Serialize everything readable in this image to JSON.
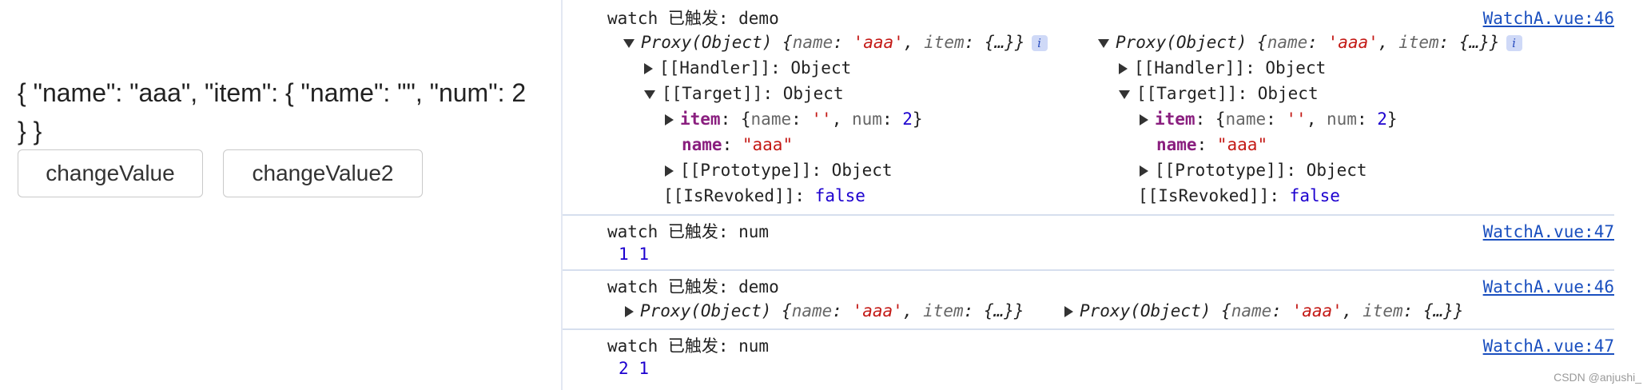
{
  "app": {
    "json_text": "{ \"name\": \"aaa\", \"item\": { \"name\": \"\", \"num\": 2 } }",
    "buttons": [
      {
        "label": "changeValue"
      },
      {
        "label": "changeValue2"
      }
    ]
  },
  "console": {
    "entries": [
      {
        "message": "watch 已触发: demo",
        "source": "WatchA.vue:46",
        "objects": [
          {
            "preview_prefix": "Proxy(Object)",
            "preview_open": "{",
            "k_name": "name",
            "v_name": "'aaa'",
            "k_item": "item",
            "v_item": "{…}",
            "preview_close": "}",
            "info": "i",
            "handler_label": "[[Handler]]",
            "handler_value": "Object",
            "target_label": "[[Target]]",
            "target_value": "Object",
            "item_key": "item",
            "item_open": "{",
            "item_name_key": "name",
            "item_name_val": "''",
            "item_num_key": "num",
            "item_num_val": "2",
            "item_close": "}",
            "name_key": "name",
            "name_val": "\"aaa\"",
            "proto_label": "[[Prototype]]",
            "proto_value": "Object",
            "revoked_label": "[[IsRevoked]]",
            "revoked_value": "false"
          },
          {
            "preview_prefix": "Proxy(Object)",
            "preview_open": "{",
            "k_name": "name",
            "v_name": "'aaa'",
            "k_item": "item",
            "v_item": "{…}",
            "preview_close": "}",
            "info": "i",
            "handler_label": "[[Handler]]",
            "handler_value": "Object",
            "target_label": "[[Target]]",
            "target_value": "Object",
            "item_key": "item",
            "item_open": "{",
            "item_name_key": "name",
            "item_name_val": "''",
            "item_num_key": "num",
            "item_num_val": "2",
            "item_close": "}",
            "name_key": "name",
            "name_val": "\"aaa\"",
            "proto_label": "[[Prototype]]",
            "proto_value": "Object",
            "revoked_label": "[[IsRevoked]]",
            "revoked_value": "false"
          }
        ]
      },
      {
        "message": "watch 已触发: num",
        "source": "WatchA.vue:47",
        "values": [
          "1",
          "1"
        ]
      },
      {
        "message": "watch 已触发: demo",
        "source": "WatchA.vue:46",
        "collapsed": [
          {
            "preview_prefix": "Proxy(Object)",
            "preview_open": "{",
            "k_name": "name",
            "v_name": "'aaa'",
            "k_item": "item",
            "v_item": "{…}",
            "preview_close": "}"
          },
          {
            "preview_prefix": "Proxy(Object)",
            "preview_open": "{",
            "k_name": "name",
            "v_name": "'aaa'",
            "k_item": "item",
            "v_item": "{…}",
            "preview_close": "}"
          }
        ]
      },
      {
        "message": "watch 已触发: num",
        "source": "WatchA.vue:47",
        "values": [
          "2",
          "1"
        ]
      }
    ]
  },
  "watermark": "CSDN @anjushi_",
  "colors": {
    "link": "#1a4fbf",
    "key": "#8a1f7f",
    "string": "#c41a16",
    "number": "#1c00cf",
    "separator": "#d6dfee"
  }
}
